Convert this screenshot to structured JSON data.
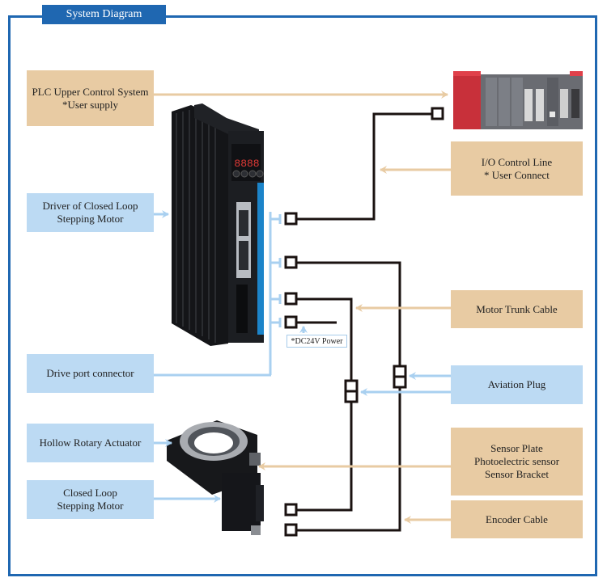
{
  "title": "System Diagram",
  "colors": {
    "frame": "#1f67b1",
    "tan_box": "#e8cba3",
    "blue_box": "#bcdaf3",
    "tan_arrow": "#e8cba3",
    "blue_arrow": "#a9d0f0",
    "cable": "#1a1210"
  },
  "labels": {
    "plc": {
      "line1": "PLC Upper Control System",
      "line2": "*User supply"
    },
    "io_control": {
      "line1": "I/O Control Line",
      "line2": "* User Connect"
    },
    "driver": {
      "line1": "Driver of Closed Loop",
      "line2": "Stepping Motor"
    },
    "motor_trunk": "Motor Trunk Cable",
    "aviation_plug": "Aviation Plug",
    "drive_port": "Drive port connector",
    "hollow_rotary": "Hollow Rotary Actuator",
    "sensor": {
      "line1": "Sensor Plate",
      "line2": "Photoelectric sensor",
      "line3": "Sensor Bracket"
    },
    "closed_loop_motor": {
      "line1": "Closed Loop",
      "line2": "Stepping Motor"
    },
    "encoder_cable": "Encoder Cable",
    "dc24v": "*DC24V Power"
  },
  "driver_display": "8888"
}
